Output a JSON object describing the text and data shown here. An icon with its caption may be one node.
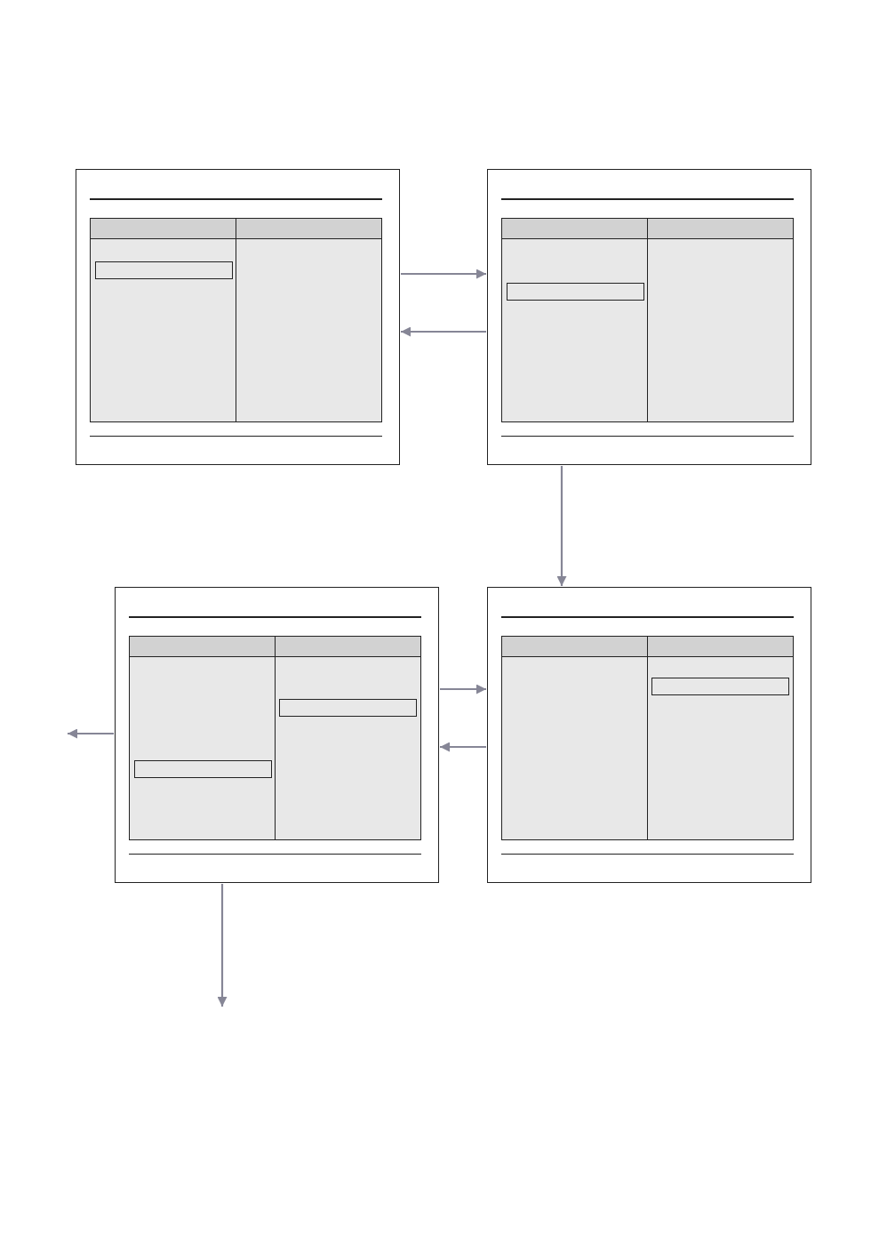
{
  "diagram": {
    "nodes": [
      {
        "text": [],
        "shape": "box"
      },
      {
        "text": [],
        "shape": "box"
      },
      {
        "text": [],
        "shape": "box"
      },
      {
        "text": [],
        "shape": "box"
      }
    ],
    "edges": [
      {
        "from": 0,
        "to": 1,
        "arrow": "to"
      },
      {
        "from": 1,
        "to": 0,
        "arrow": "to"
      },
      {
        "from": 1,
        "to": 3,
        "arrow": "to"
      },
      {
        "from": 2,
        "to": 3,
        "arrow": "to"
      },
      {
        "from": 3,
        "to": 2,
        "arrow": "to"
      },
      {
        "from": 2,
        "to": null,
        "arrow": "to"
      },
      {
        "from": 2,
        "to": null,
        "arrow": "to"
      }
    ]
  }
}
